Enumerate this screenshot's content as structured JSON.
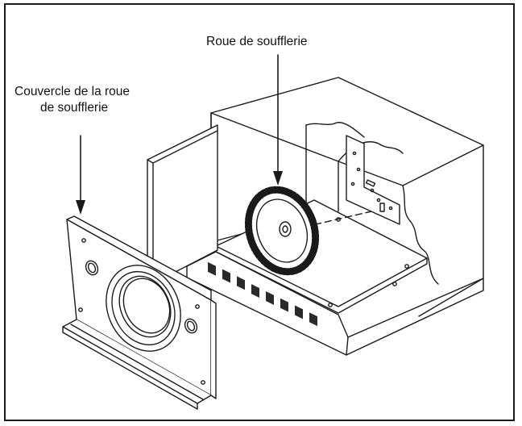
{
  "labels": {
    "blower_wheel": "Roue de soufflerie",
    "cover_line1": "Couvercle de la roue",
    "cover_line2": "de soufflerie"
  },
  "colors": {
    "line": "#1a1a1a",
    "fill": "#ffffff",
    "shade": "#2a2a2a"
  }
}
